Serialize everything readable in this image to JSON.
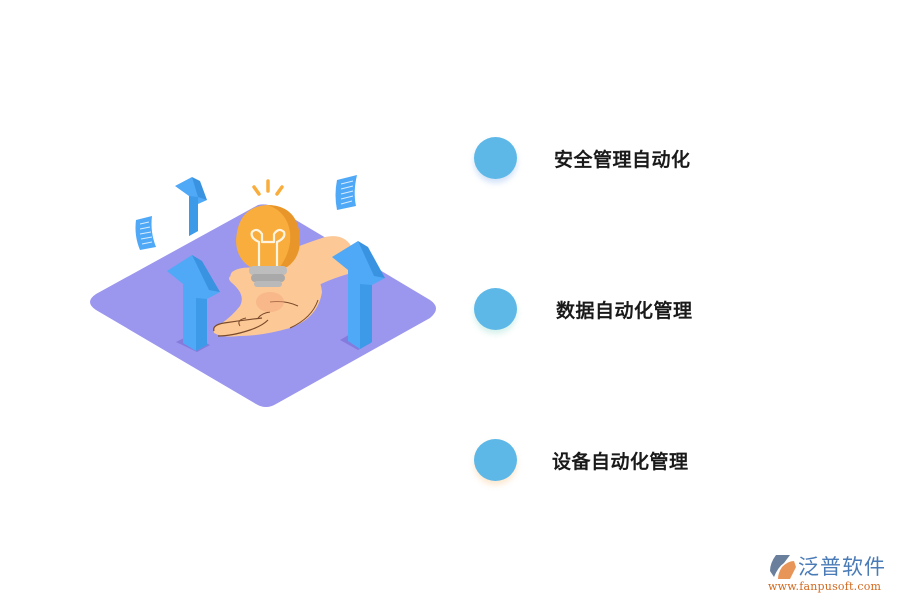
{
  "features": [
    {
      "label": "安全管理自动化",
      "dot_color": "#5db8e8"
    },
    {
      "label": "数据自动化管理",
      "dot_color": "#5db8e8"
    },
    {
      "label": "设备自动化管理",
      "dot_color": "#5db8e8"
    }
  ],
  "logo": {
    "name": "泛普软件",
    "url": "www.fanpusoft.com"
  },
  "illustration": {
    "subject": "hand-holding-lightbulb-with-rising-arrows",
    "platform_color": "#9b96ee",
    "arrow_color": "#4fa9f7",
    "bulb_color": "#f8ad3d",
    "hand_color": "#fcc896"
  }
}
